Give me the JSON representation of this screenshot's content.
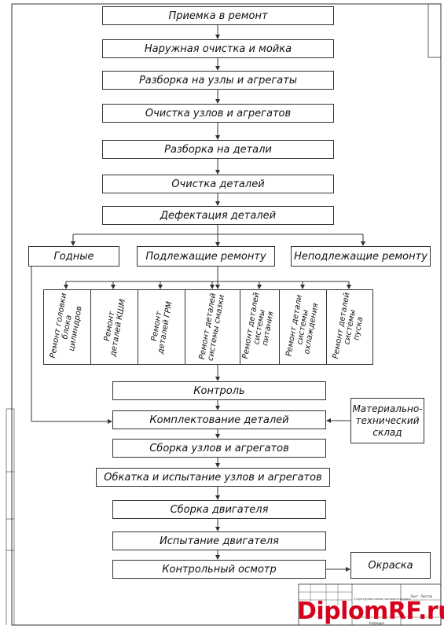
{
  "flow": {
    "steps": [
      "Приемка в ремонт",
      "Наружная очистка и мойка",
      "Разборка на узлы и агрегаты",
      "Очистка узлов и агрегатов",
      "Разборка на детали",
      "Очистка деталей",
      "Дефектация деталей"
    ],
    "branches": {
      "good": "Годные",
      "repair": "Подлежащие ремонту",
      "scrap": "Неподлежащие ремонту"
    },
    "repairs": [
      "Ремонт головки\nблока цилиндров",
      "Ремонт\nдеталей КШМ",
      "Ремонт\nдеталей ГРМ",
      "Ремонт деталей\nсистемы смазки",
      "Ремонт деталей\nсистемы питания",
      "Ремонт детали\nсистемы\nохлаждения",
      "Ремонт деталей\nсистемы\nпуска"
    ],
    "control": "Контроль",
    "assembly_steps": [
      "Комплектование деталей",
      "Сборка узлов и агрегатов",
      "Обкатка и испытание узлов и агрегатов",
      "Сборка двигателя",
      "Испытание двигателя",
      "Контрольный осмотр"
    ],
    "warehouse": "Материально-\nтехнический\nсклад",
    "paint": "Окраска"
  },
  "title_block": {
    "name": "Структурная схема технологического",
    "dept": "Кафедра",
    "sheet": "Лист",
    "sheets": "Листов"
  },
  "watermark": "DiplomRF.ru",
  "colors": {
    "line": "#333333",
    "watermark": "#d6001c"
  }
}
